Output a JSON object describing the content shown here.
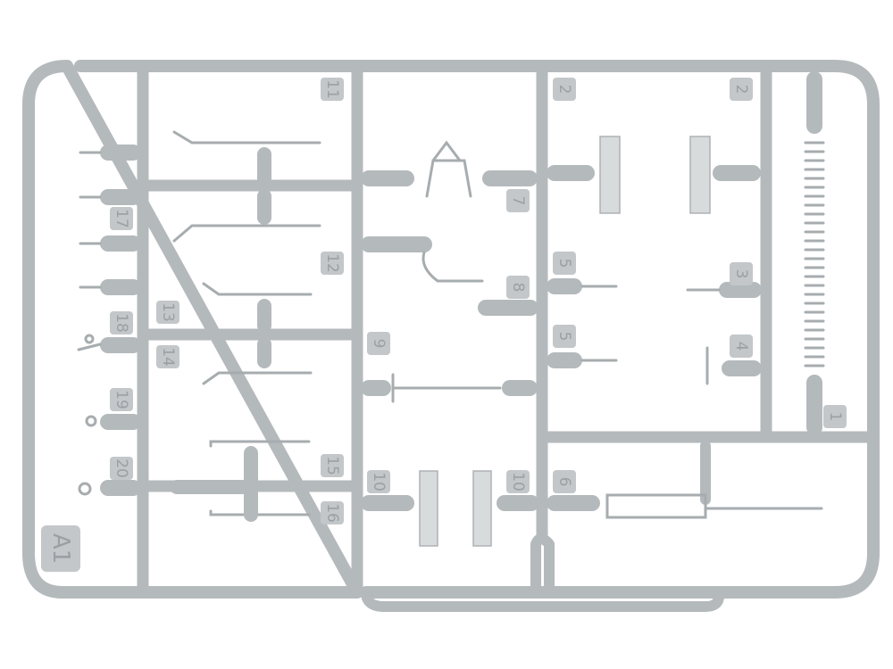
{
  "sprue": {
    "id_label": "A1",
    "color": "#b4b9bc",
    "part_numbers": [
      "11",
      "12",
      "13",
      "14",
      "15",
      "16",
      "17",
      "18",
      "19",
      "20",
      "9",
      "10",
      "10",
      "7",
      "8",
      "5",
      "5",
      "2",
      "2",
      "3",
      "4",
      "6",
      "1"
    ]
  }
}
